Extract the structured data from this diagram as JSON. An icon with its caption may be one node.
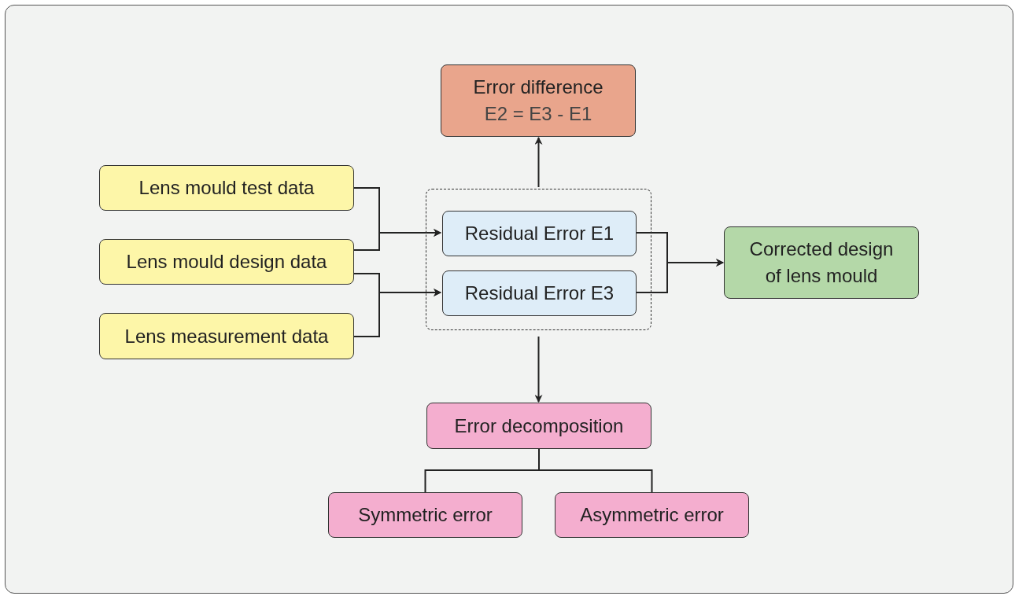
{
  "diagram": {
    "nodes": [
      {
        "text": [
          "Error difference",
          "E2 = E3 - E1"
        ]
      },
      {
        "text": [
          "Lens mould test data"
        ]
      },
      {
        "text": [
          "Lens mould design data"
        ]
      },
      {
        "text": [
          "Lens measurement data"
        ]
      },
      {
        "text": [],
        "shape": "box"
      },
      {
        "text": [
          "Residual Error E1"
        ],
        "in": 4
      },
      {
        "text": [
          "Residual Error E3"
        ],
        "in": 4
      },
      {
        "text": [
          "Corrected design of lens mould"
        ]
      },
      {
        "text": [
          "Error decomposition"
        ]
      },
      {
        "text": [
          "Symmetric error"
        ]
      },
      {
        "text": [
          "Asymmetric error"
        ]
      }
    ],
    "edges": [
      {
        "from": 1,
        "to": 5,
        "arrow": "to"
      },
      {
        "from": 2,
        "to": 5,
        "arrow": "to"
      },
      {
        "from": 2,
        "to": 6,
        "arrow": "to"
      },
      {
        "from": 3,
        "to": 6,
        "arrow": "to"
      },
      {
        "from": 5,
        "to": 7,
        "arrow": "to"
      },
      {
        "from": 6,
        "to": 7,
        "arrow": "to"
      },
      {
        "from": 4,
        "to": 0,
        "arrow": "to"
      },
      {
        "from": 4,
        "to": 8,
        "arrow": "to"
      },
      {
        "from": 8,
        "to": 9,
        "arrow": "none"
      },
      {
        "from": 8,
        "to": 10,
        "arrow": "none"
      }
    ]
  }
}
